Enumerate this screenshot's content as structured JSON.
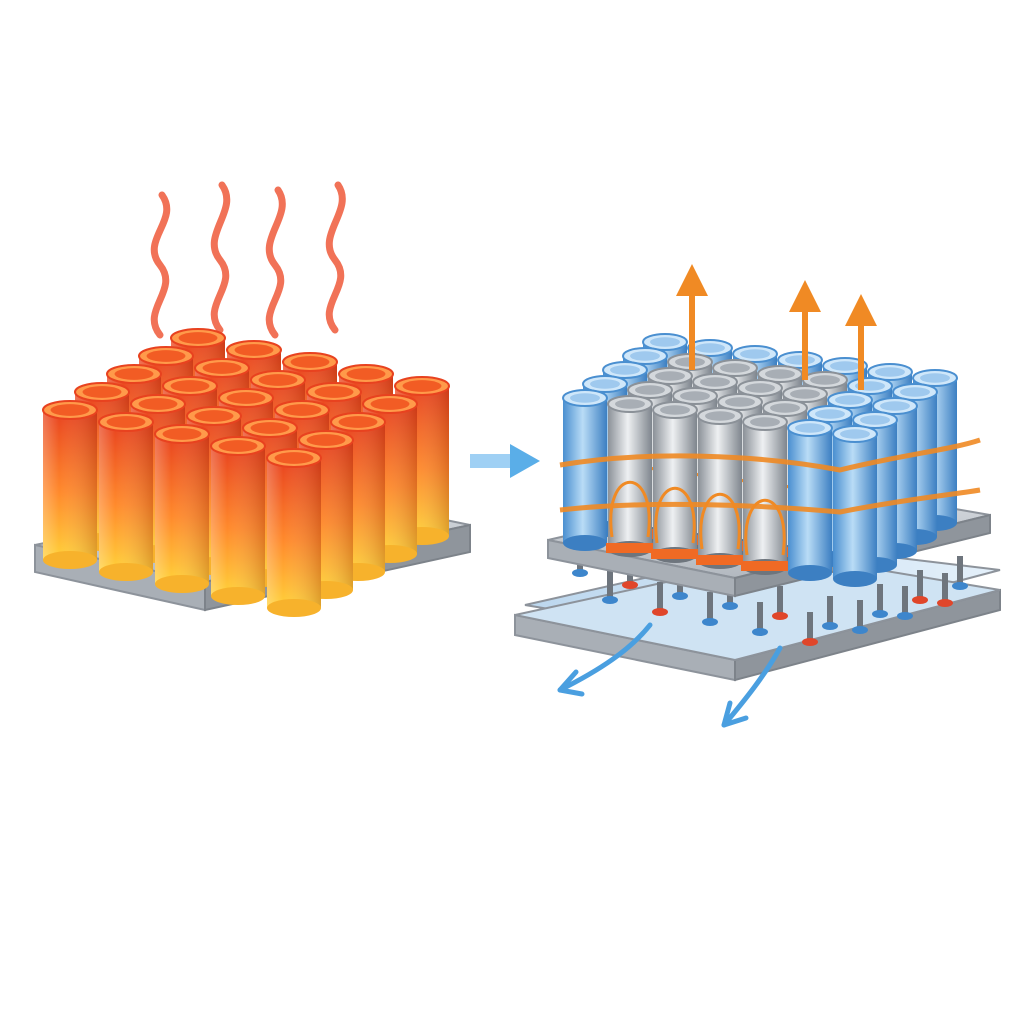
{
  "colors": {
    "background": "#ffffff",
    "hot_cell_top": "#e8421f",
    "hot_cell_bottom": "#ffd23a",
    "hot_cell_rim": "#ff8a3c",
    "heat_wave": "#ef5a3a",
    "cooled_cell_blue": "#4a8fd0",
    "cooled_cell_blue_light": "#b9dcf6",
    "cooled_cell_gray": "#9ea5ad",
    "cooled_cell_gray_light": "#eef0f2",
    "heat_path_orange": "#f08a24",
    "heat_arrow": "#f08a24",
    "coolant_arrow": "#4a9fe0",
    "tray_metal": "#c7ccd2",
    "tray_edge": "#8d939b",
    "cold_plate": "#cfe3f3",
    "process_arrow": "#5aaee8"
  },
  "panels": {
    "left": {
      "grid_rows": 5,
      "grid_cols": 5,
      "heat_waves": 4
    },
    "right": {
      "heat_arrows_up": 3,
      "coolant_arrows_out": 2
    }
  }
}
